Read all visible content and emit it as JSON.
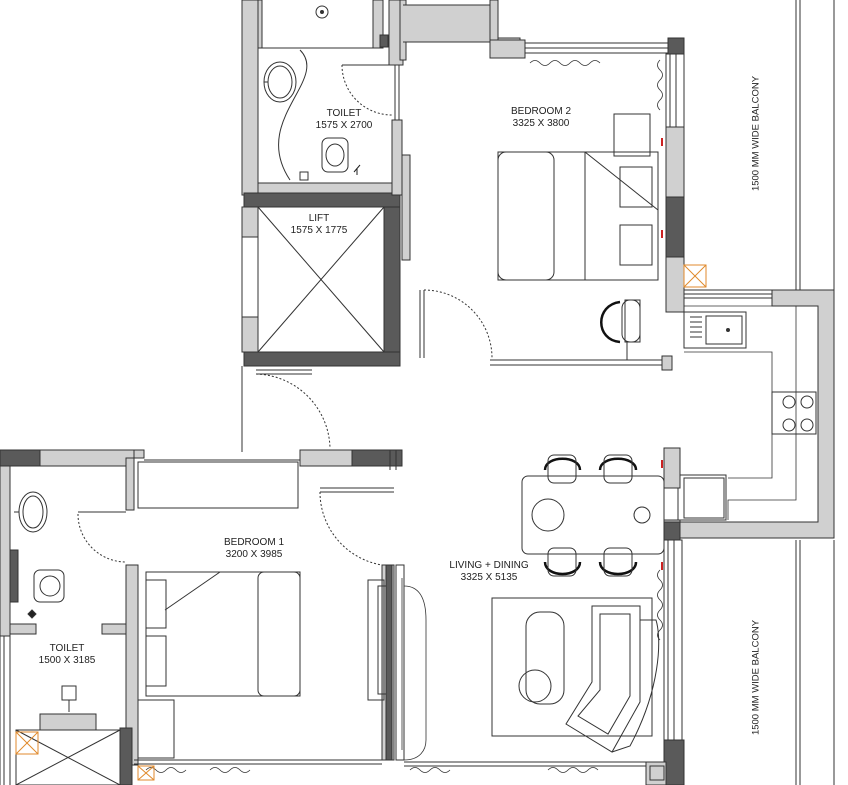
{
  "rooms": {
    "toilet_top": {
      "name": "TOILET",
      "size": "1575 X 2700"
    },
    "bedroom2": {
      "name": "BEDROOM 2",
      "size": "3325 X 3800"
    },
    "lift": {
      "name": "LIFT",
      "size": "1575 X 1775"
    },
    "bedroom1": {
      "name": "BEDROOM 1",
      "size": "3200 X 3985"
    },
    "living": {
      "name": "LIVING + DINING",
      "size": "3325 X 5135"
    },
    "toilet_bottom": {
      "name": "TOILET",
      "size": "1500 X 3185"
    }
  },
  "balconies": {
    "top": "1500 MM WIDE BALCONY",
    "bottom": "1500 MM WIDE BALCONY"
  },
  "colors": {
    "wall": "#5a5a5a",
    "partition": "#d0d0d0",
    "line": "#333333",
    "duct": "#e08a2c",
    "accent": "#cc2222"
  }
}
